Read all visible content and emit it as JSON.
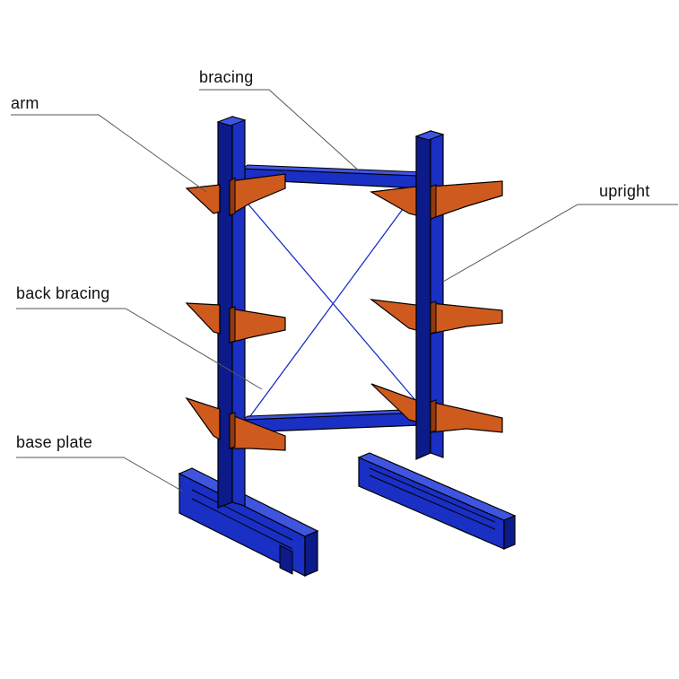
{
  "labels": {
    "bracing": "bracing",
    "arm": "arm",
    "upright": "upright",
    "back_bracing": "back bracing",
    "base_plate": "base plate"
  },
  "colors": {
    "upright_front": "#1a2fc4",
    "upright_side": "#0d1a8a",
    "arm_front": "#cf5a1e",
    "arm_side": "#8f3a10",
    "leader_line": "#555555",
    "text": "#111111"
  }
}
